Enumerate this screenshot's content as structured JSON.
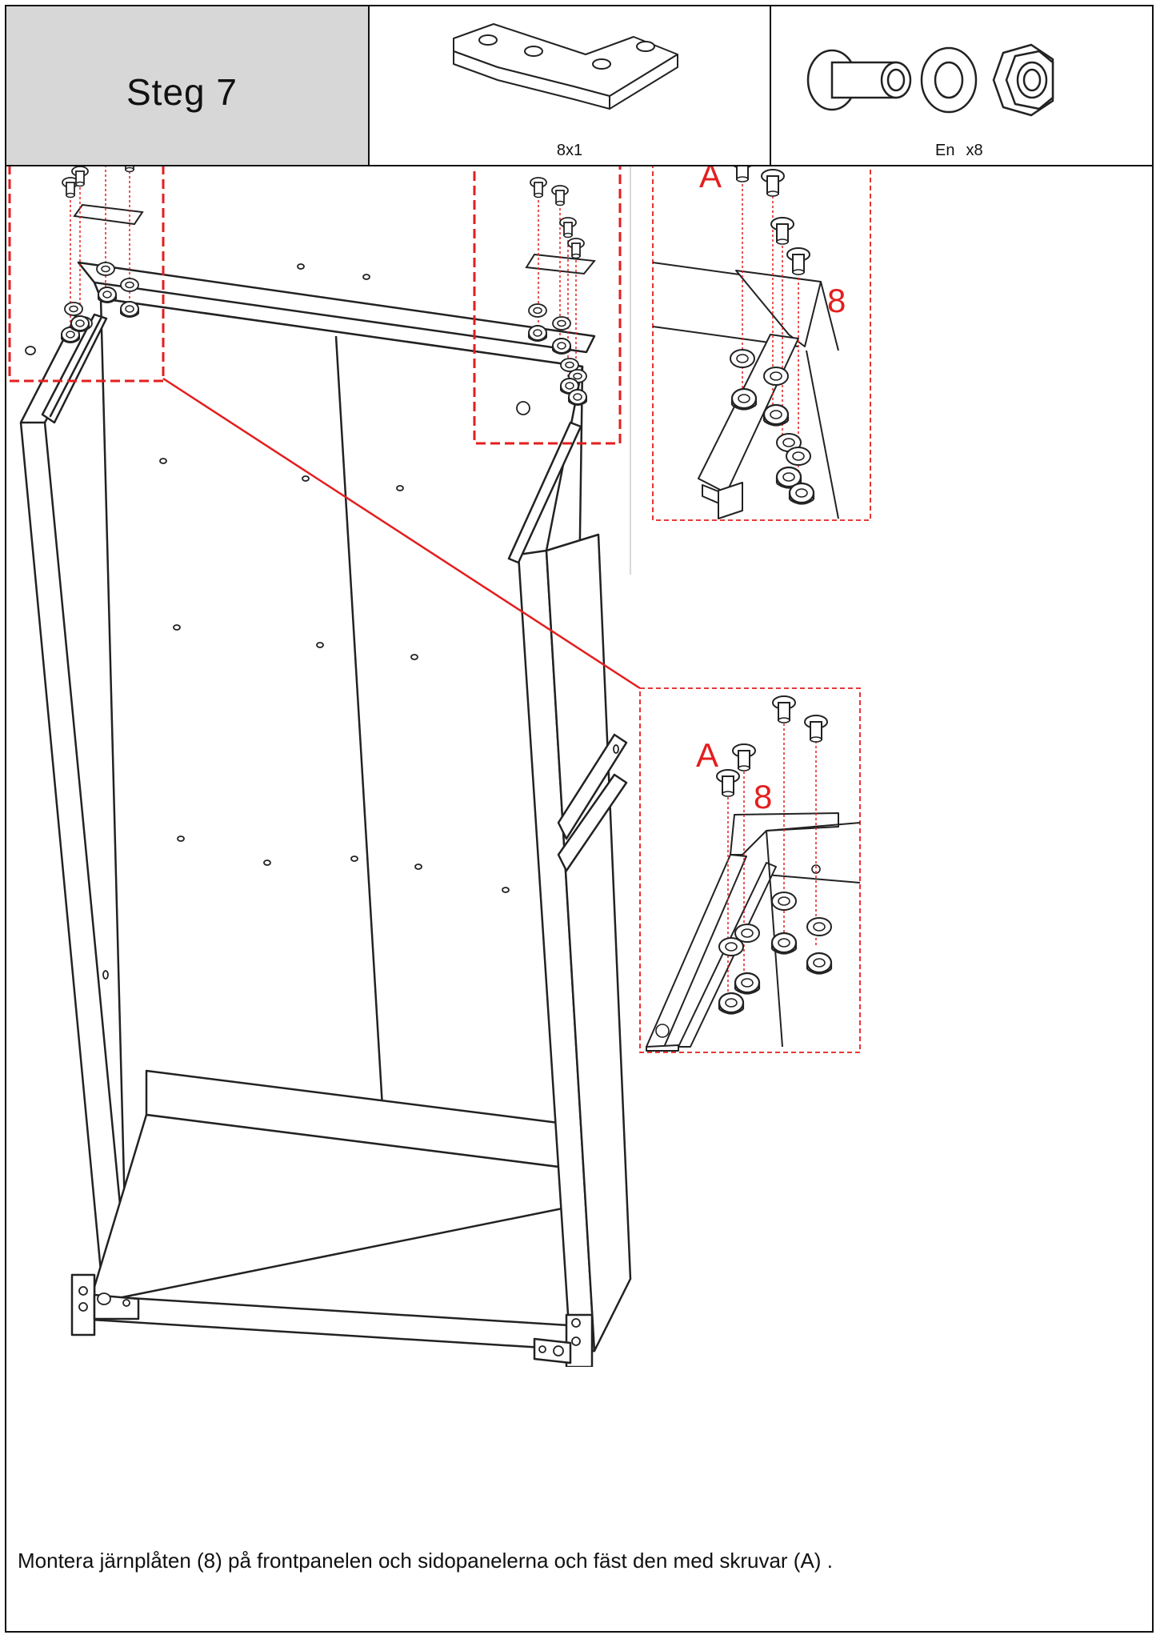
{
  "header": {
    "step_title": "Steg  7",
    "plate_quantity": "8x1",
    "hardware_code": "En",
    "hardware_quantity": "x8"
  },
  "diagram": {
    "labels": {
      "screw": "A",
      "plate": "8"
    },
    "accent_color": "#e41e1e"
  },
  "instruction": "Montera järnplåten (8) på frontpanelen och sidopanelerna och fäst den med skruvar (A) ."
}
